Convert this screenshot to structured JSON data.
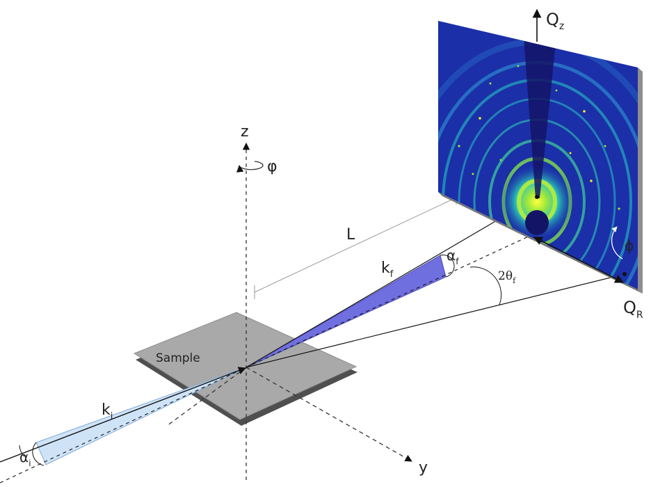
{
  "labels": {
    "sample": "Sample",
    "axis_z": "z",
    "axis_y": "y",
    "phi_rotation": "φ",
    "distance": "L",
    "k_incident": "k",
    "k_incident_sub": "i",
    "k_final": "k",
    "k_final_sub": "f",
    "alpha_incident": "α",
    "alpha_incident_sub": "i",
    "alpha_final": "α",
    "alpha_final_sub": "f",
    "two_theta": "2θ",
    "two_theta_sub": "f",
    "detector_phi": "ϕ",
    "q_z": "Q",
    "q_z_sub": "z",
    "q_r": "Q",
    "q_r_sub": "R"
  },
  "colors": {
    "beam_incident": "#cfe3f7",
    "beam_final": "#6f6fe0",
    "sample_top": "#a9a9a9",
    "sample_bottom": "#555555",
    "detector_bg": "#1b2fa8",
    "ring_cyan": "#27c2c2",
    "ring_green": "#7ee04a",
    "spot_yellow": "#f6f21a",
    "beamstop": "#141466"
  }
}
